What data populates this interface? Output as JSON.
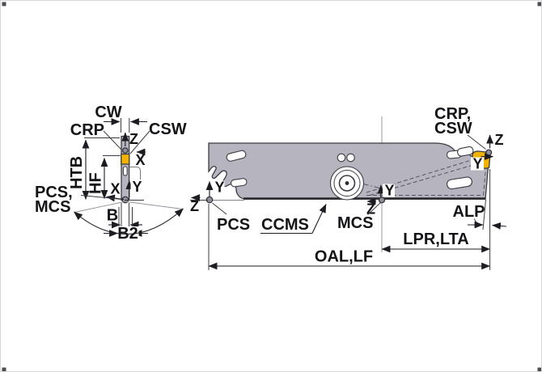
{
  "drawing": {
    "left_view": {
      "labels": {
        "cw": "CW",
        "crp": "CRP",
        "csw": "CSW",
        "z_axis": "Z",
        "x_vector": "X",
        "htb": "HTB",
        "hf": "HF",
        "x_axis": "X",
        "y_axis": "Y",
        "pcs_mcs_line1": "PCS,",
        "pcs_mcs_line2": "MCS",
        "b": "B",
        "b2": "B2"
      }
    },
    "main_view": {
      "labels": {
        "y_pcs": "Y",
        "z_pcs": "Z",
        "pcs": "PCS",
        "ccms": "CCMS",
        "mcs": "MCS",
        "z_mcs": "Z",
        "y_mcs": "Y",
        "crp_csw_line1": "CRP,",
        "crp_csw_line2": "CSW",
        "z_crp": "Z",
        "y_crp": "Y",
        "alp": "ALP",
        "lpr_lta": "LPR,LTA",
        "oal_lf": "OAL,LF"
      }
    },
    "colors": {
      "body": "#b6b5bf",
      "insert": "#f2b300",
      "outline": "#3a3a42",
      "dim_line": "#1d1d22",
      "dot": "#8f8f99",
      "background": "#ffffff"
    }
  }
}
